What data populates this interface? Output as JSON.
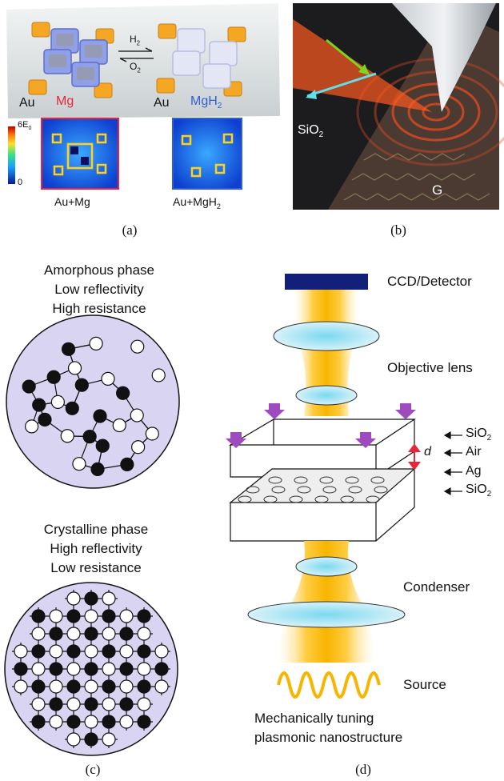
{
  "panel_a": {
    "au_left": "Au",
    "mg": "Mg",
    "au_right": "Au",
    "mgh2": "MgH",
    "mgh2_sub": "2",
    "arrow_top": "H",
    "arrow_top_sub": "2",
    "arrow_bottom": "O",
    "arrow_bottom_sub": "2",
    "scale_max": "6E",
    "scale_max_sub": "0",
    "scale_min": "0",
    "map_left_label": "Au+Mg",
    "map_right_label": "Au+MgH",
    "map_right_label_sub": "2",
    "caption": "(a)",
    "colors": {
      "mg": "#e8263b",
      "mgh2": "#2f5fd0",
      "map_left_border": "#e8263b",
      "map_right_border": "#2f5fd0"
    }
  },
  "panel_b": {
    "sio2": "SiO",
    "sio2_sub": "2",
    "g": "G",
    "caption": "(b)"
  },
  "panel_c": {
    "amorphous_lines": [
      "Amorphous phase",
      "Low reflectivity",
      "High resistance"
    ],
    "crystalline_lines": [
      "Crystalline phase",
      "High reflectivity",
      "Low resistance"
    ],
    "caption": "(c)"
  },
  "panel_d": {
    "ccd": "CCD/Detector",
    "objective": "Objective lens",
    "sio2_top": "SiO",
    "sio2_top_sub": "2",
    "air": "Air",
    "ag": "Ag",
    "sio2_bottom": "SiO",
    "sio2_bottom_sub": "2",
    "d": "d",
    "condenser": "Condenser",
    "source": "Source",
    "mech_lines": [
      "Mechanically tuning",
      "plasmonic nanostructure"
    ],
    "caption": "(d)"
  }
}
